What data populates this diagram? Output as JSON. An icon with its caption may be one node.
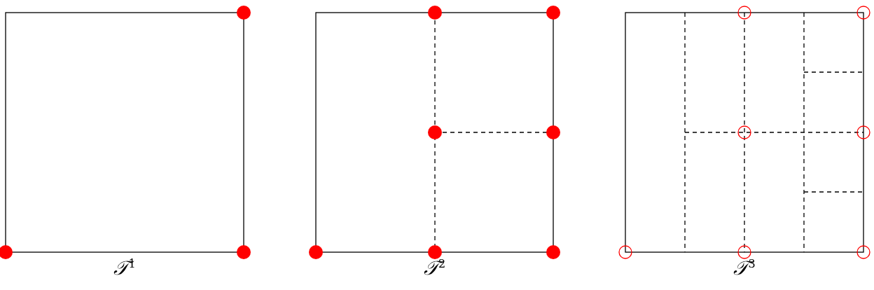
{
  "diagram": {
    "labels": [
      "𝒯$^{1}$",
      "𝒯$^{2}$",
      "𝒯$^{3}$"
    ]
  }
}
